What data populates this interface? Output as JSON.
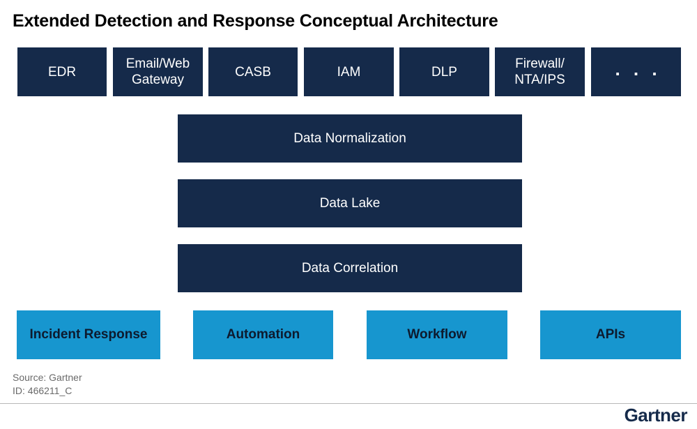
{
  "title": "Extended Detection and Response Conceptual Architecture",
  "sources": [
    {
      "label": "EDR"
    },
    {
      "label": "Email/Web\nGateway"
    },
    {
      "label": "CASB"
    },
    {
      "label": "IAM"
    },
    {
      "label": "DLP"
    },
    {
      "label": "Firewall/\nNTA/IPS"
    },
    {
      "label": ". . ."
    }
  ],
  "layers": [
    {
      "label": "Data Normalization"
    },
    {
      "label": "Data Lake"
    },
    {
      "label": "Data Correlation"
    }
  ],
  "outputs": [
    {
      "label": "Incident Response"
    },
    {
      "label": "Automation"
    },
    {
      "label": "Workflow"
    },
    {
      "label": "APIs"
    }
  ],
  "footer": {
    "source": "Source: Gartner",
    "id": "ID: 466211_C"
  },
  "logo": "Gartner",
  "colors": {
    "dark_navy": "#152a4a",
    "light_blue": "#1796cf"
  }
}
